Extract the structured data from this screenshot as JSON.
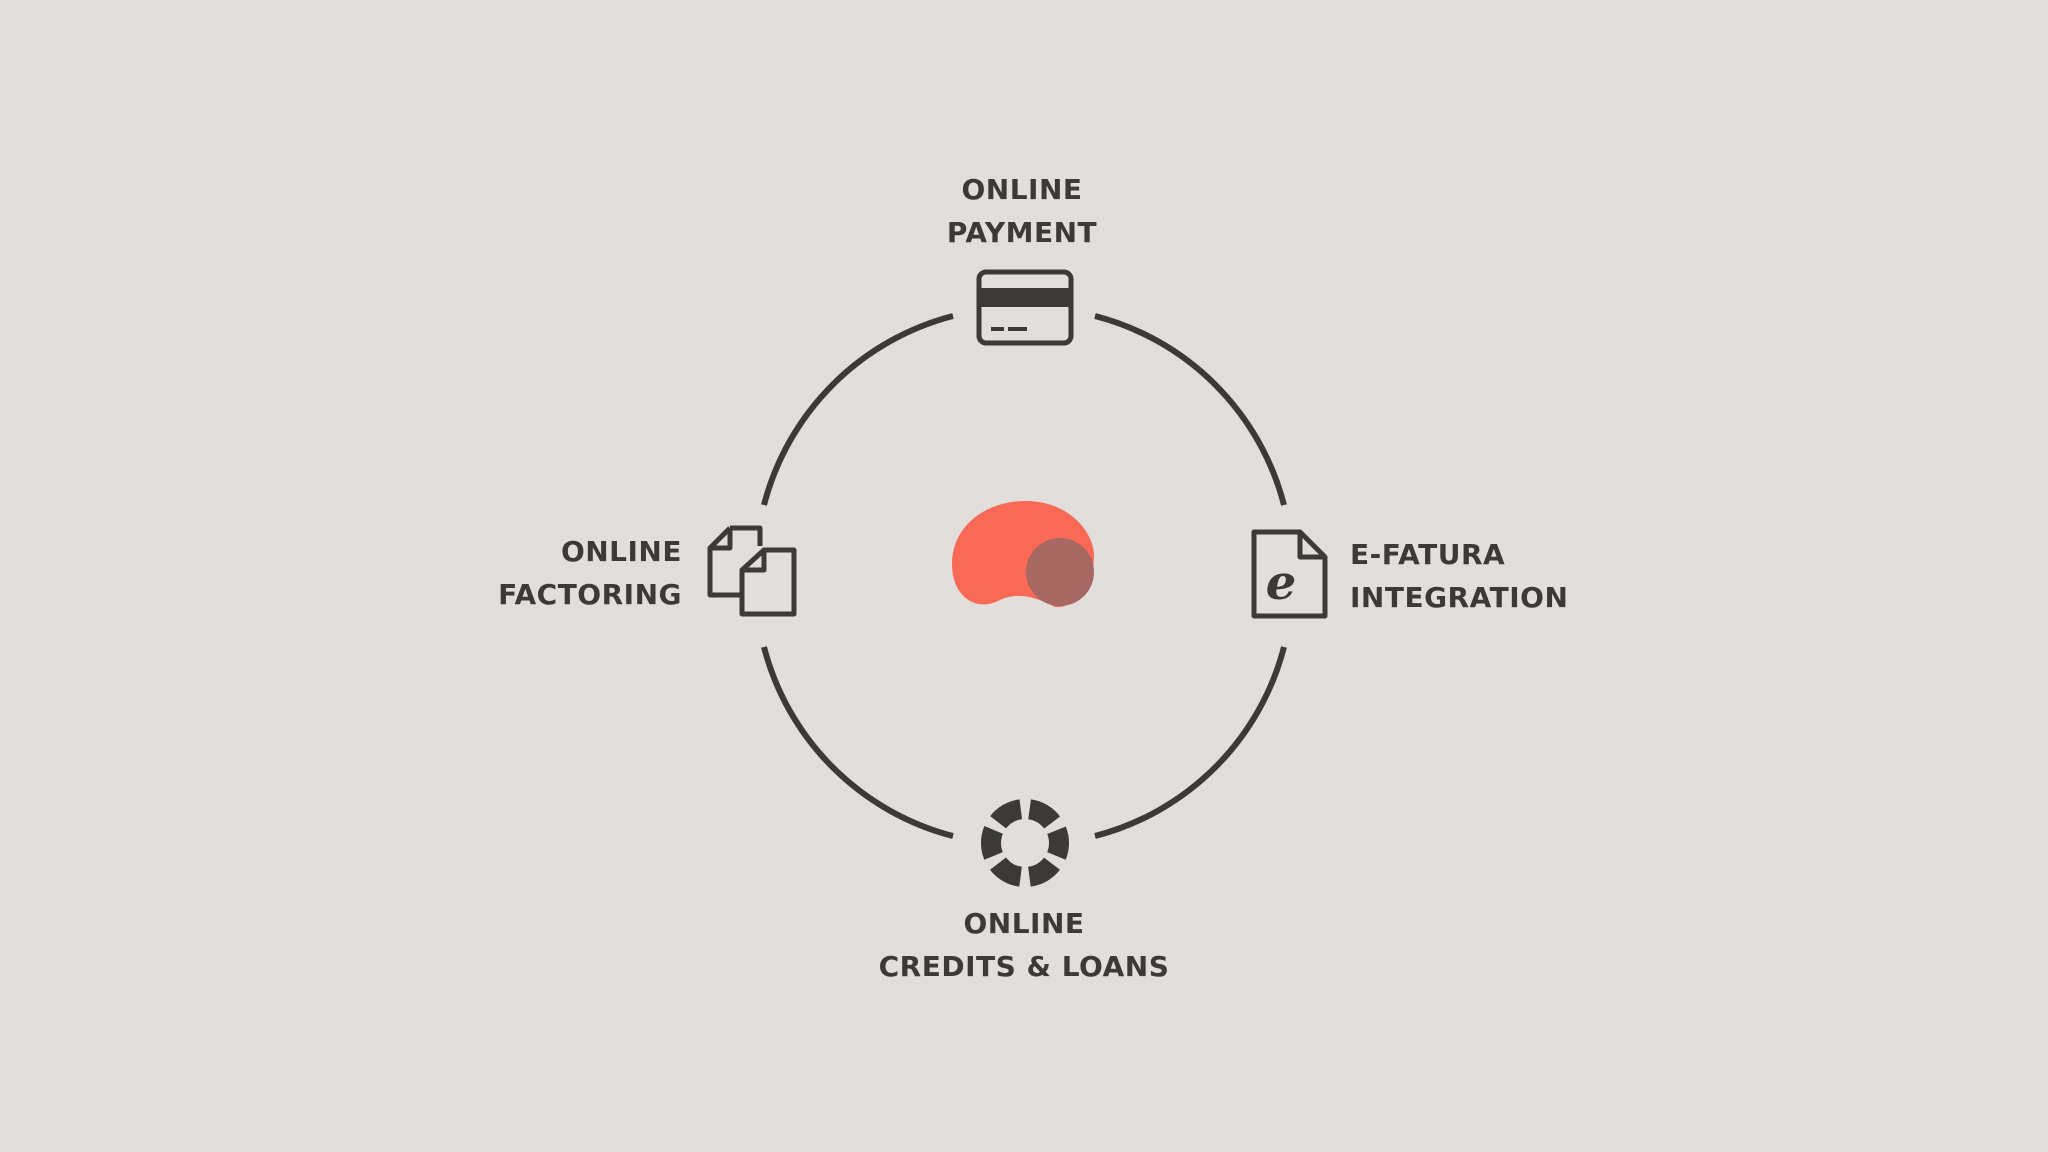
{
  "colors": {
    "background": "#e2dedc",
    "ink": "#3b3a39",
    "logo_primary": "#f86a56",
    "logo_secondary": "#a76762"
  },
  "nodes": {
    "top": {
      "icon": "credit-card-icon",
      "line1": "ONLINE",
      "line2": "PAYMENT"
    },
    "right": {
      "icon": "e-document-icon",
      "line1": "E-FATURA",
      "line2": "INTEGRATION"
    },
    "bottom": {
      "icon": "lifebuoy-icon",
      "line1": "ONLINE",
      "line2": "CREDITS & LOANS"
    },
    "left": {
      "icon": "copy-documents-icon",
      "line1": "ONLINE",
      "line2": "FACTORING"
    }
  },
  "center": {
    "icon": "brand-logo-icon"
  }
}
